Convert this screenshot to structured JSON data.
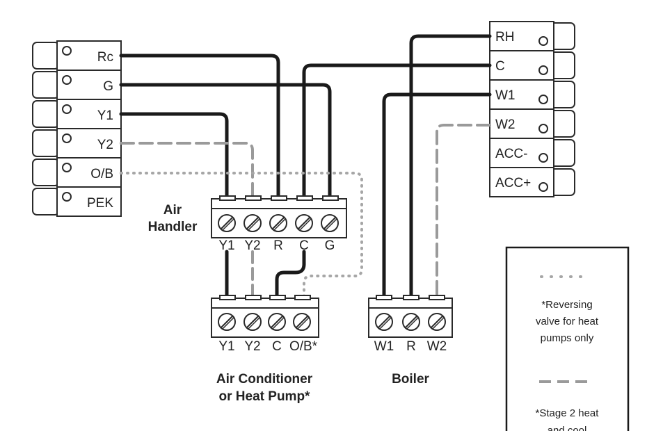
{
  "left_thermostat": {
    "terminals": [
      "Rc",
      "G",
      "Y1",
      "Y2",
      "O/B",
      "PEK"
    ]
  },
  "right_thermostat": {
    "terminals": [
      "RH",
      "C",
      "W1",
      "W2",
      "ACC-",
      "ACC+"
    ]
  },
  "air_handler": {
    "title_line1": "Air",
    "title_line2": "Handler",
    "terminals": [
      "Y1",
      "Y2",
      "R",
      "C",
      "G"
    ]
  },
  "condenser": {
    "title_line1": "Air Conditioner",
    "title_line2": "or Heat Pump*",
    "terminals": [
      "Y1",
      "Y2",
      "C",
      "O/B*"
    ]
  },
  "boiler": {
    "title": "Boiler",
    "terminals": [
      "W1",
      "R",
      "W2"
    ]
  },
  "legend": {
    "dotted_line1": "*Reversing",
    "dotted_line2": "valve for heat",
    "dotted_line3": "pumps only",
    "dashed_line1": "*Stage 2 heat",
    "dashed_line2": "and cool"
  },
  "colors": {
    "solid_wire": "#1a1a1a",
    "dashed_wire": "#9a9a9a",
    "dotted_wire": "#a6a6a6"
  }
}
